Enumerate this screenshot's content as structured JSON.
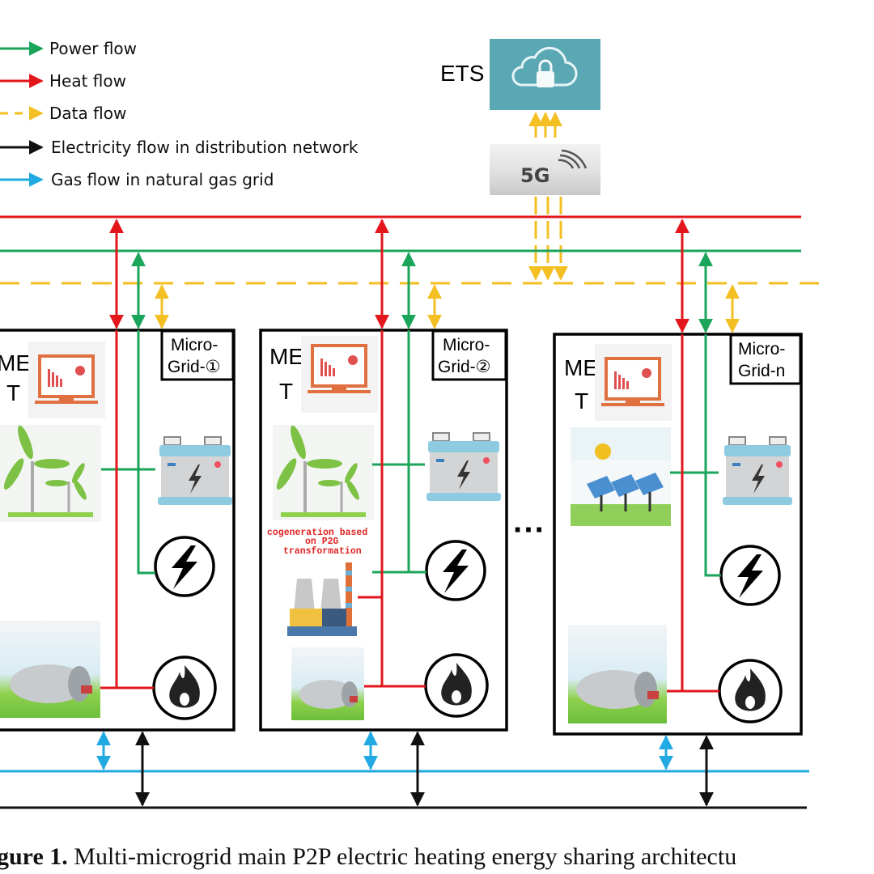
{
  "legend": {
    "items": [
      {
        "label": "Power flow",
        "color": "#1aa55a",
        "style": "solid"
      },
      {
        "label": "Heat flow",
        "color": "#e3161b",
        "style": "solid"
      },
      {
        "label": "Data flow",
        "color": "#f3bf22",
        "style": "dashed"
      },
      {
        "label": "Electricity flow in distribution network",
        "color": "#111111",
        "style": "solid"
      },
      {
        "label": "Gas flow in natural gas grid",
        "color": "#21a9e1",
        "style": "solid"
      }
    ]
  },
  "top": {
    "ets_label": "ETS",
    "ets_icon": "cloud-lock-icon",
    "network_label": "5G",
    "network_icon": "5g-signal-icon"
  },
  "microgrids": [
    {
      "name": "Micro-Grid-①",
      "line1": "Micro-",
      "line2": "Grid-①",
      "met_line1": "ME",
      "met_line2": "T",
      "source": "wind-turbine",
      "has_cogeneration": false
    },
    {
      "name": "Micro-Grid-②",
      "line1": "Micro-",
      "line2": "Grid-②",
      "met_line1": "ME",
      "met_line2": "T",
      "source": "wind-turbine",
      "has_cogeneration": true,
      "cogeneration_label": [
        "cogeneration based",
        "on P2G",
        "transformation"
      ]
    },
    {
      "name": "Micro-Grid-n",
      "line1": "Micro-",
      "line2": "Grid-n",
      "met_line1": "ME",
      "met_line2": "T",
      "source": "solar-panels",
      "has_cogeneration": false
    }
  ],
  "ellipsis": "···",
  "caption": {
    "prefix": "gure 1.",
    "text": " Multi-microgrid main P2P electric heating energy sharing architectu"
  },
  "colors": {
    "power": "#1aa55a",
    "heat": "#e3161b",
    "data": "#f3bf22",
    "electricity": "#111111",
    "gas": "#21a9e1",
    "ets_bg": "#5ba8b5"
  }
}
